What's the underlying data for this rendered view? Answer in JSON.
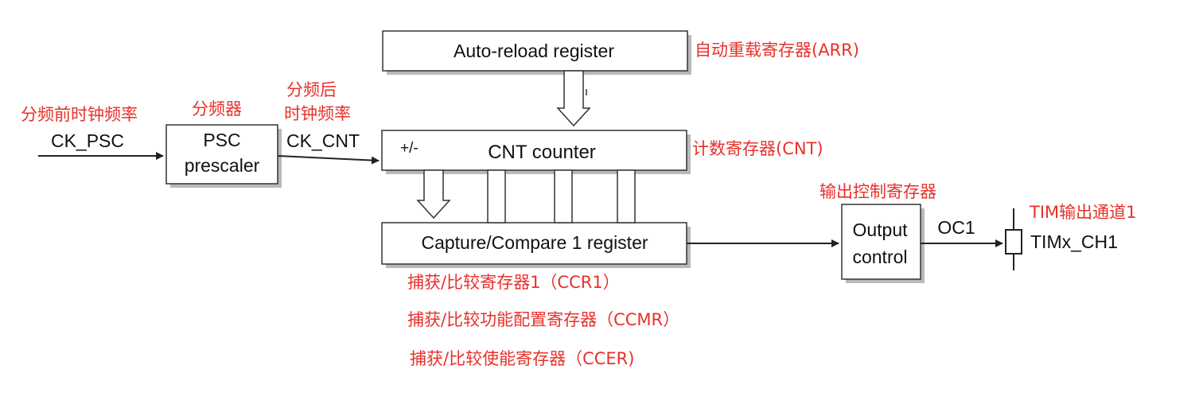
{
  "colors": {
    "annotation": "#e8302b",
    "ink": "#111111",
    "block_border": "#333333",
    "shadow": "#b9b9b9"
  },
  "inputs": {
    "ck_psc": "CK_PSC",
    "ck_psc_note": "分频前时钟频率"
  },
  "psc": {
    "line1": "PSC",
    "line2": "prescaler",
    "note": "分频器"
  },
  "ck_cnt": {
    "label": "CK_CNT",
    "note_line1": "分频后",
    "note_line2": "时钟频率"
  },
  "arr": {
    "label": "Auto-reload register",
    "note": "自动重载寄存器(ARR)"
  },
  "cnt": {
    "label": "CNT counter",
    "updown": "+/-",
    "note": "计数寄存器(CNT)"
  },
  "ccr": {
    "label": "Capture/Compare 1 register",
    "note1": "捕获/比较寄存器1（CCR1）",
    "note2": "捕获/比较功能配置寄存器（CCMR）",
    "note3": "捕获/比较使能寄存器（CCER)"
  },
  "output_control": {
    "line1": "Output",
    "line2": "control",
    "note": "输出控制寄存器"
  },
  "oc1": {
    "label": "OC1"
  },
  "channel": {
    "label": "TIMx_CH1",
    "note": "TIM输出通道1"
  }
}
